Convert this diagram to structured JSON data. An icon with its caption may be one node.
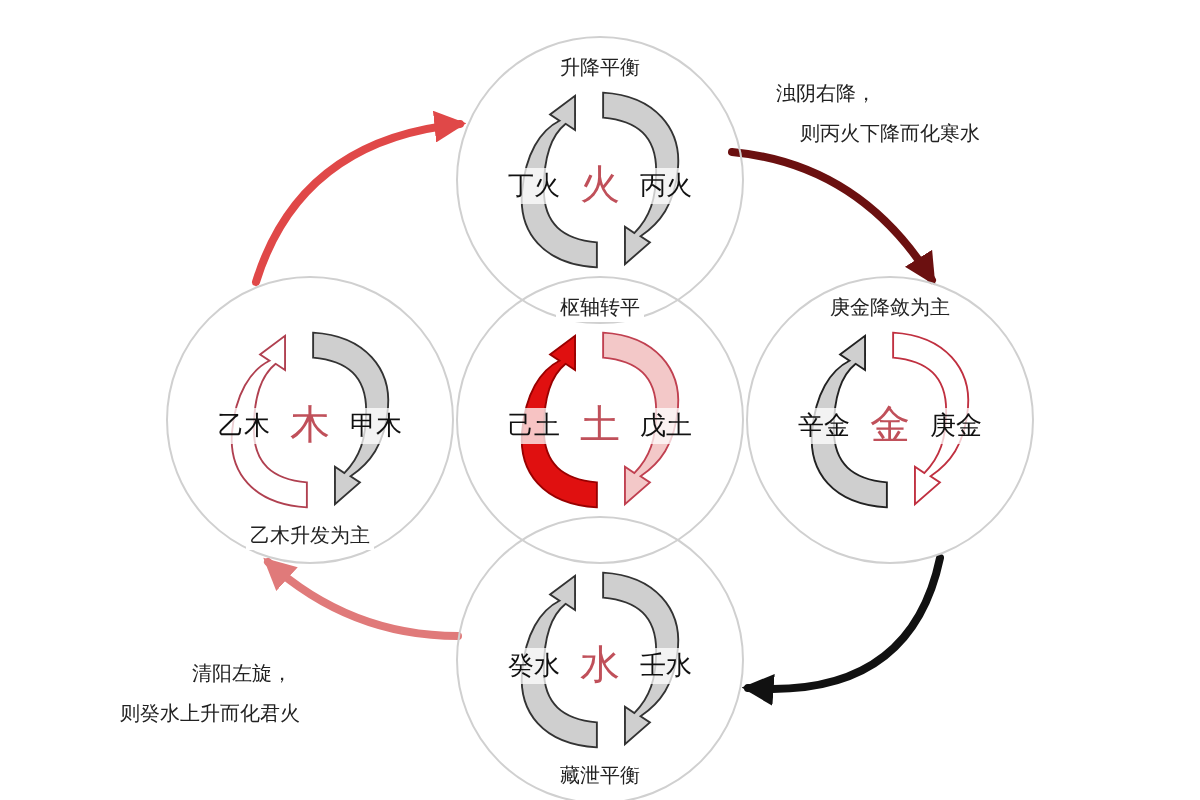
{
  "diagram": {
    "nodes": [
      {
        "text": [
          "升降平衡",
          "丁火",
          "火",
          "丙火"
        ]
      },
      {
        "text": [
          "乙木",
          "木",
          "甲木",
          "乙木升发为主"
        ]
      },
      {
        "text": [
          "枢轴转平",
          "己土",
          "土",
          "戊土"
        ]
      },
      {
        "text": [
          "庚金降敛为主",
          "辛金",
          "金",
          "庚金"
        ]
      },
      {
        "text": [
          "癸水",
          "水",
          "壬水",
          "藏泄平衡"
        ]
      }
    ],
    "edges": [
      {
        "from": 0,
        "to": 3,
        "arrow": "to",
        "color": "#6b1010"
      },
      {
        "from": 3,
        "to": 4,
        "arrow": "to",
        "color": "#111111"
      },
      {
        "from": 4,
        "to": 1,
        "arrow": "to",
        "color": "#e07a7a"
      },
      {
        "from": 1,
        "to": 0,
        "arrow": "to",
        "color": "#e04848"
      }
    ],
    "labels": [
      "浊阴右降，",
      "则丙火下降而化寒水",
      "清阳左旋，",
      "则癸水上升而化君火"
    ]
  }
}
